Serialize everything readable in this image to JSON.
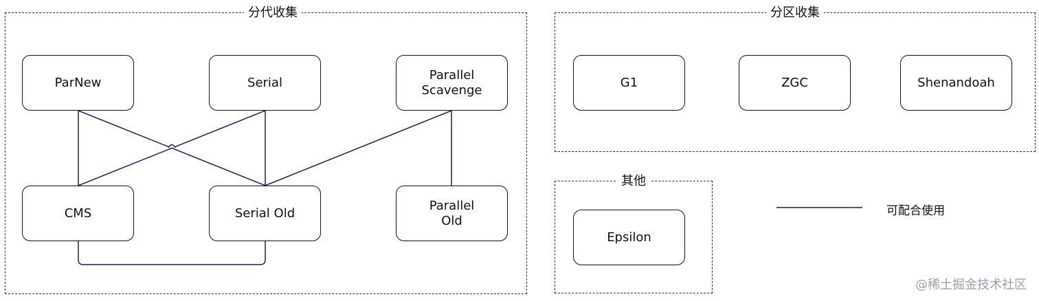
{
  "groups": {
    "generational": {
      "title": "分代收集"
    },
    "regional": {
      "title": "分区收集"
    },
    "other": {
      "title": "其他"
    }
  },
  "nodes": {
    "parnew": "ParNew",
    "serial": "Serial",
    "parallel_scavenge": "Parallel\nScavenge",
    "cms": "CMS",
    "serial_old": "Serial Old",
    "parallel_old": "Parallel\nOld",
    "g1": "G1",
    "zgc": "ZGC",
    "shenandoah": "Shenandoah",
    "epsilon": "Epsilon"
  },
  "legend": {
    "label": "可配合使用",
    "line_color": "#1a1f5c"
  },
  "watermark": "@稀土掘金技术社区",
  "edges": [
    [
      "parnew",
      "cms"
    ],
    [
      "parnew",
      "serial_old"
    ],
    [
      "serial",
      "cms"
    ],
    [
      "serial",
      "serial_old"
    ],
    [
      "parallel_scavenge",
      "serial_old"
    ],
    [
      "parallel_scavenge",
      "parallel_old"
    ],
    [
      "cms",
      "serial_old"
    ]
  ]
}
